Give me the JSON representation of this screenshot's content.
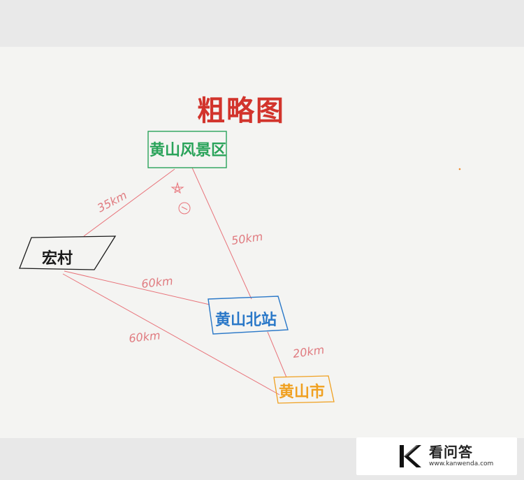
{
  "diagram": {
    "title": "粗略图",
    "nodes": {
      "scenic": {
        "label": "黄山风景区",
        "color": "#2aa35a"
      },
      "village": {
        "label": "宏村",
        "color": "#1a1a1a"
      },
      "north_station": {
        "label": "黄山北站",
        "color": "#2a78c8"
      },
      "city": {
        "label": "黄山市",
        "color": "#f0a020"
      }
    },
    "edges": [
      {
        "from": "village",
        "to": "scenic",
        "label": "35km"
      },
      {
        "from": "scenic",
        "to": "north_station",
        "label": "50km"
      },
      {
        "from": "village",
        "to": "north_station",
        "label": "60km"
      },
      {
        "from": "village",
        "to": "city",
        "label": "60km"
      },
      {
        "from": "north_station",
        "to": "city",
        "label": "20km"
      }
    ],
    "line_color": "#e8737a",
    "title_color": "#d2342c"
  },
  "watermark": {
    "title": "看问答",
    "url": "www.kanwenda.com"
  }
}
